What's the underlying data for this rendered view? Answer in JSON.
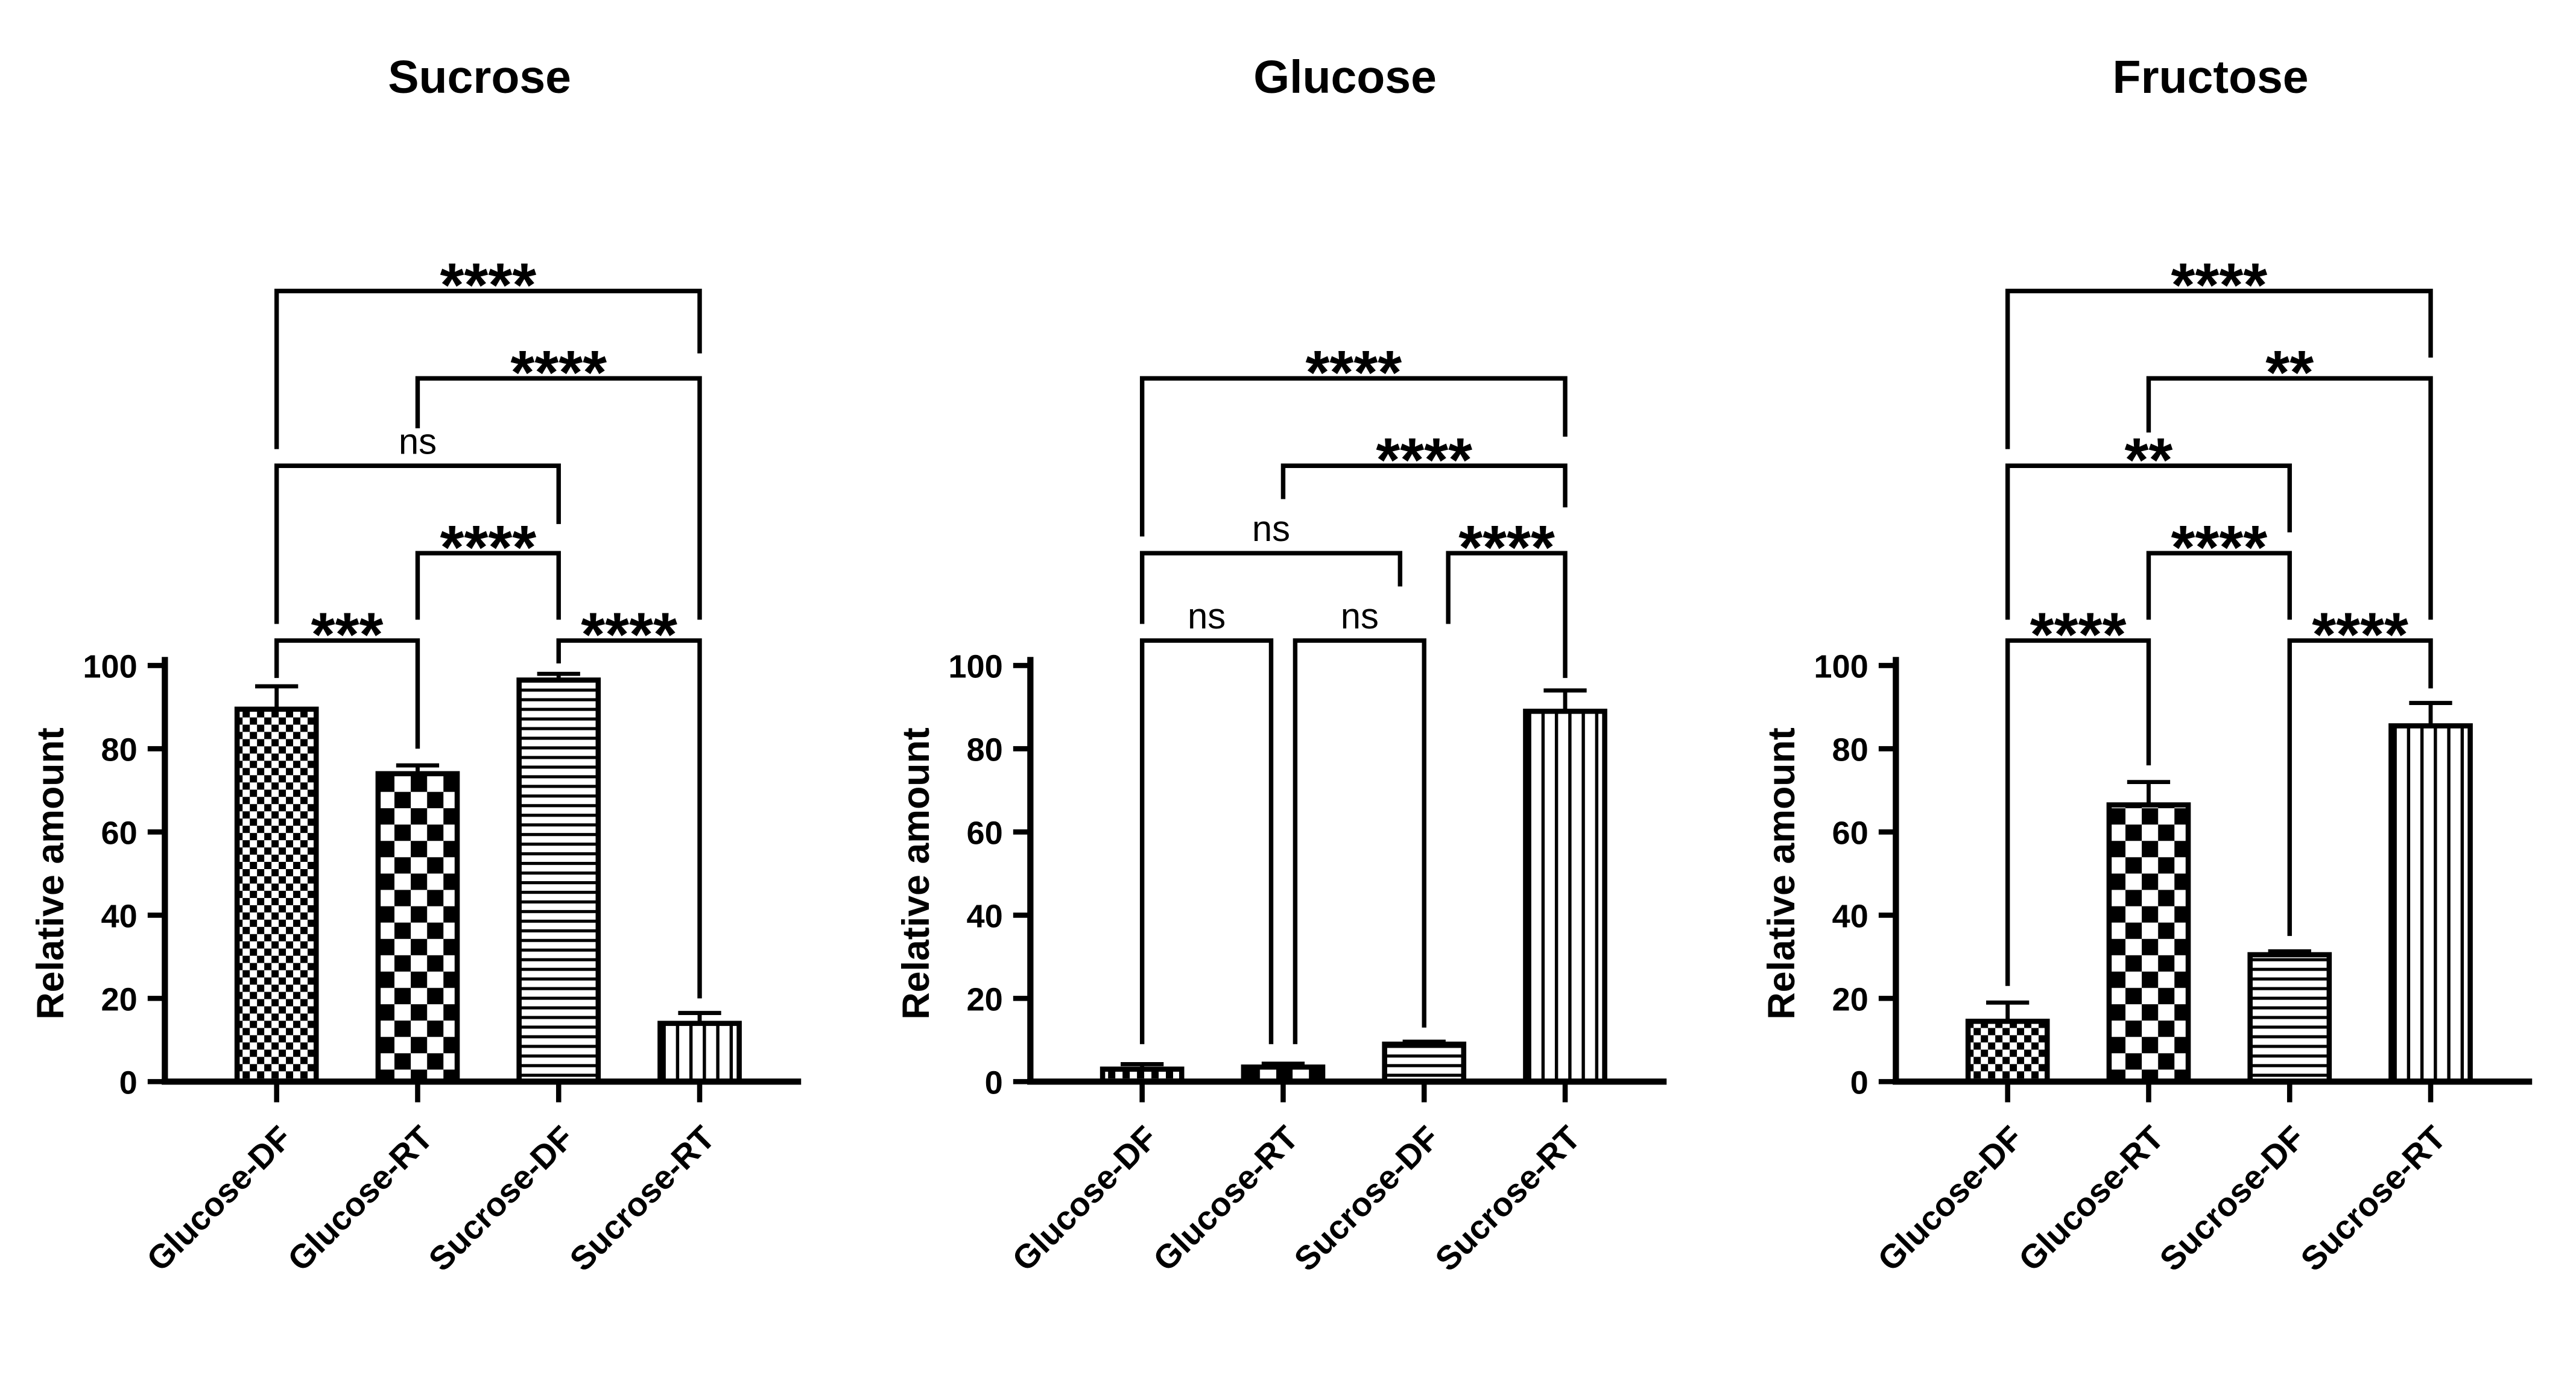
{
  "figure": {
    "background": "#ffffff",
    "ink": "#000000",
    "pattern_names": [
      "checker-small",
      "checker-large",
      "horizontal-stripes",
      "vertical-stripes"
    ]
  },
  "chart_data": [
    {
      "type": "bar",
      "title": "Sucrose",
      "xlabel": "",
      "ylabel": "Relative amount",
      "ylim": [
        0,
        100
      ],
      "yticks": [
        0,
        20,
        40,
        60,
        80,
        100
      ],
      "grid": false,
      "legend": "none",
      "categories": [
        "Glucose-DF",
        "Glucose-RT",
        "Sucrose-DF",
        "Sucrose-RT"
      ],
      "patterns": [
        "checker-small",
        "checker-large",
        "horizontal-stripes",
        "vertical-stripes"
      ],
      "values": [
        89.5,
        74,
        96.5,
        14
      ],
      "errors": [
        5.5,
        2,
        1.5,
        2.5
      ],
      "comparisons": [
        {
          "a": 0,
          "b": 1,
          "label": "***",
          "y": 106,
          "e1": 97,
          "e2": 80
        },
        {
          "a": 2,
          "b": 3,
          "label": "****",
          "y": 106,
          "e1": 100.5,
          "e2": 20
        },
        {
          "a": 1,
          "b": 2,
          "label": "****",
          "y": 127,
          "e1": 111,
          "e2": 111
        },
        {
          "a": 0,
          "b": 2,
          "label": "ns",
          "y": 148,
          "e1": 110,
          "e2": 134
        },
        {
          "a": 1,
          "b": 3,
          "label": "****",
          "y": 169,
          "e1": 157,
          "e2": 111
        },
        {
          "a": 0,
          "b": 3,
          "label": "****",
          "y": 190,
          "e1": 152,
          "e2": 175
        }
      ]
    },
    {
      "type": "bar",
      "title": "Glucose",
      "xlabel": "",
      "ylabel": "Relative amount",
      "ylim": [
        0,
        100
      ],
      "yticks": [
        0,
        20,
        40,
        60,
        80,
        100
      ],
      "grid": false,
      "legend": "none",
      "categories": [
        "Glucose-DF",
        "Glucose-RT",
        "Sucrose-DF",
        "Sucrose-RT"
      ],
      "patterns": [
        "checker-small",
        "checker-large",
        "horizontal-stripes",
        "vertical-stripes"
      ],
      "values": [
        3,
        3.5,
        9,
        89
      ],
      "errors": [
        1.2,
        0.8,
        0.6,
        5
      ],
      "comparisons": [
        {
          "a": 0,
          "b": 1,
          "label": "ns",
          "y": 106,
          "e1": 9,
          "e2": 9,
          "dx2": -7
        },
        {
          "a": 1,
          "b": 2,
          "label": "ns",
          "y": 106,
          "e1": 9,
          "e2": 13,
          "dx1": 7
        },
        {
          "a": 0,
          "b": 2,
          "label": "ns",
          "y": 127,
          "e1": 110,
          "e2": 119,
          "dx2": -14
        },
        {
          "a": 2,
          "b": 3,
          "label": "****",
          "y": 127,
          "e1": 110,
          "e2": 97,
          "dx1": 14
        },
        {
          "a": 1,
          "b": 3,
          "label": "****",
          "y": 148,
          "e1": 140,
          "e2": 138
        },
        {
          "a": 0,
          "b": 3,
          "label": "****",
          "y": 169,
          "e1": 131,
          "e2": 155
        }
      ]
    },
    {
      "type": "bar",
      "title": "Fructose",
      "xlabel": "",
      "ylabel": "Relative amount",
      "ylim": [
        0,
        100
      ],
      "yticks": [
        0,
        20,
        40,
        60,
        80,
        100
      ],
      "grid": false,
      "legend": "none",
      "categories": [
        "Glucose-DF",
        "Glucose-RT",
        "Sucrose-DF",
        "Sucrose-RT"
      ],
      "patterns": [
        "checker-small",
        "checker-large",
        "horizontal-stripes",
        "vertical-stripes"
      ],
      "values": [
        14.5,
        66.5,
        30.5,
        85.5
      ],
      "errors": [
        4.5,
        5.5,
        0.8,
        5.5
      ],
      "comparisons": [
        {
          "a": 0,
          "b": 1,
          "label": "****",
          "y": 106,
          "e1": 23,
          "e2": 76
        },
        {
          "a": 2,
          "b": 3,
          "label": "****",
          "y": 106,
          "e1": 35,
          "e2": 94.5
        },
        {
          "a": 1,
          "b": 2,
          "label": "****",
          "y": 127,
          "e1": 111,
          "e2": 111
        },
        {
          "a": 0,
          "b": 2,
          "label": "**",
          "y": 148,
          "e1": 111,
          "e2": 132
        },
        {
          "a": 1,
          "b": 3,
          "label": "**",
          "y": 169,
          "e1": 156,
          "e2": 111
        },
        {
          "a": 0,
          "b": 3,
          "label": "****",
          "y": 190,
          "e1": 152,
          "e2": 174
        }
      ]
    }
  ]
}
